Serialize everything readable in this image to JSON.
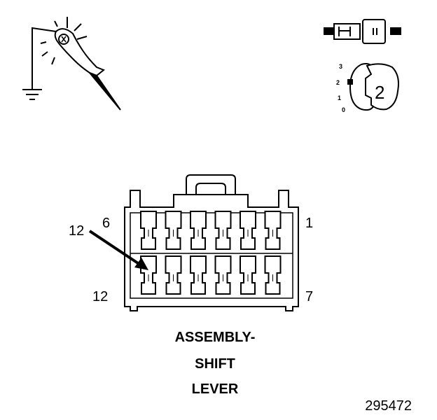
{
  "connector": {
    "pin_labels": {
      "top_left": "6",
      "top_right": "1",
      "bottom_left": "12",
      "bottom_right": "7"
    },
    "callout_label": "12",
    "columns": 6,
    "rows": 2
  },
  "key_icon": {
    "positions": [
      "3",
      "2",
      "1",
      "0"
    ],
    "key_label": "2"
  },
  "caption": {
    "line1": "ASSEMBLY-",
    "line2": "SHIFT",
    "line3": "LEVER"
  },
  "figure_number": "295472",
  "icons": [
    "test-light-probe-icon",
    "ground-symbol-icon",
    "connector-plug-icon",
    "ignition-key-icon"
  ]
}
